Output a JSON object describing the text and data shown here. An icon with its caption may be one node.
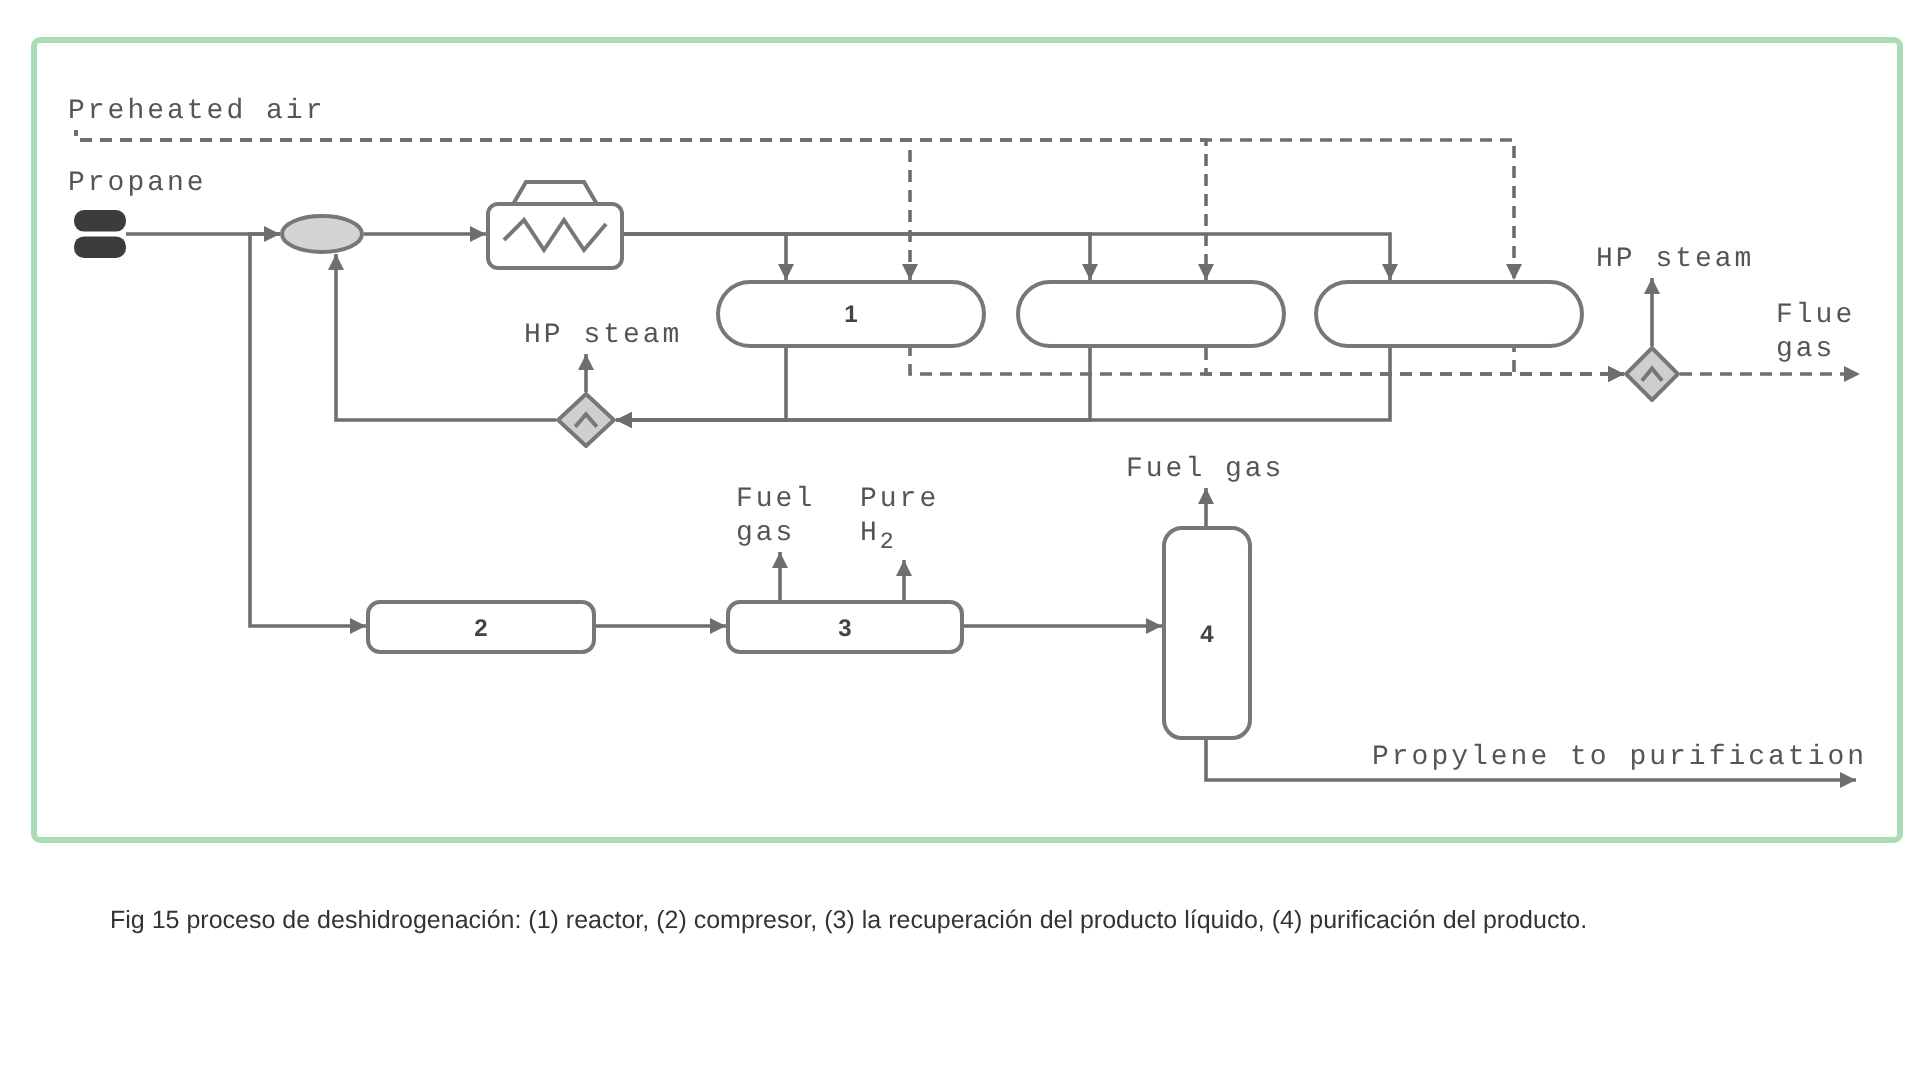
{
  "diagram": {
    "caption": "Fig 15 proceso de deshidrogenación: (1) reactor, (2) compresor, (3) la recuperación del producto líquido, (4) purificación del producto.",
    "nodes": [
      {
        "text": [
          "Preheated air"
        ]
      },
      {
        "text": [],
        "shape": "cylinder",
        "beside": [
          "Propane"
        ]
      },
      {
        "text": [],
        "shape": "ellipse"
      },
      {
        "text": [],
        "shape": "box"
      },
      {
        "text": [
          "1"
        ]
      },
      {
        "text": [],
        "shape": "capsule"
      },
      {
        "text": [],
        "shape": "capsule"
      },
      {
        "text": [
          "HP steam"
        ]
      },
      {
        "text": [
          "HP steam"
        ]
      },
      {
        "text": [
          "Flue gas"
        ]
      },
      {
        "text": [],
        "shape": "diamond"
      },
      {
        "text": [],
        "shape": "diamond"
      },
      {
        "text": [
          "Fuel gas"
        ]
      },
      {
        "text": [
          "Fuel gas"
        ]
      },
      {
        "text": [
          "Pure H$_{2}$"
        ]
      },
      {
        "text": [
          "2"
        ]
      },
      {
        "text": [
          "3"
        ]
      },
      {
        "text": [
          "4"
        ]
      },
      {
        "text": [
          "Propylene to purification"
        ]
      }
    ],
    "edges": [
      {
        "from": 0,
        "to": 4,
        "arrow": "to",
        "style": "dashed"
      },
      {
        "from": 0,
        "to": 5,
        "arrow": "to",
        "style": "dashed"
      },
      {
        "from": 0,
        "to": 6,
        "arrow": "to",
        "style": "dashed"
      },
      {
        "from": 1,
        "to": 2,
        "arrow": "to"
      },
      {
        "from": 2,
        "to": 3,
        "arrow": "to"
      },
      {
        "from": 3,
        "to": 4,
        "arrow": "to"
      },
      {
        "from": 3,
        "to": 5,
        "arrow": "to"
      },
      {
        "from": 3,
        "to": 6,
        "arrow": "to"
      },
      {
        "from": 4,
        "to": 10,
        "arrow": "to"
      },
      {
        "from": 5,
        "to": 10,
        "arrow": "to"
      },
      {
        "from": 6,
        "to": 10,
        "arrow": "to"
      },
      {
        "from": 10,
        "to": 2,
        "arrow": "to"
      },
      {
        "from": 2,
        "to": 15,
        "arrow": "to"
      },
      {
        "from": 15,
        "to": 16,
        "arrow": "to"
      },
      {
        "from": 16,
        "to": 13,
        "arrow": "to"
      },
      {
        "from": 16,
        "to": 14,
        "arrow": "to"
      },
      {
        "from": 16,
        "to": 17,
        "arrow": "to"
      },
      {
        "from": 17,
        "to": 12,
        "arrow": "to"
      },
      {
        "from": 17,
        "to": 18,
        "arrow": "to"
      },
      {
        "from": 4,
        "to": 11,
        "arrow": "to",
        "style": "dashed"
      },
      {
        "from": 5,
        "to": 11,
        "arrow": "to",
        "style": "dashed"
      },
      {
        "from": 6,
        "to": 11,
        "arrow": "to",
        "style": "dashed"
      },
      {
        "from": 11,
        "to": 9,
        "arrow": "to",
        "style": "dashed"
      },
      {
        "from": 11,
        "to": 7,
        "arrow": "to"
      },
      {
        "from": 10,
        "to": 8,
        "arrow": "to"
      }
    ]
  }
}
